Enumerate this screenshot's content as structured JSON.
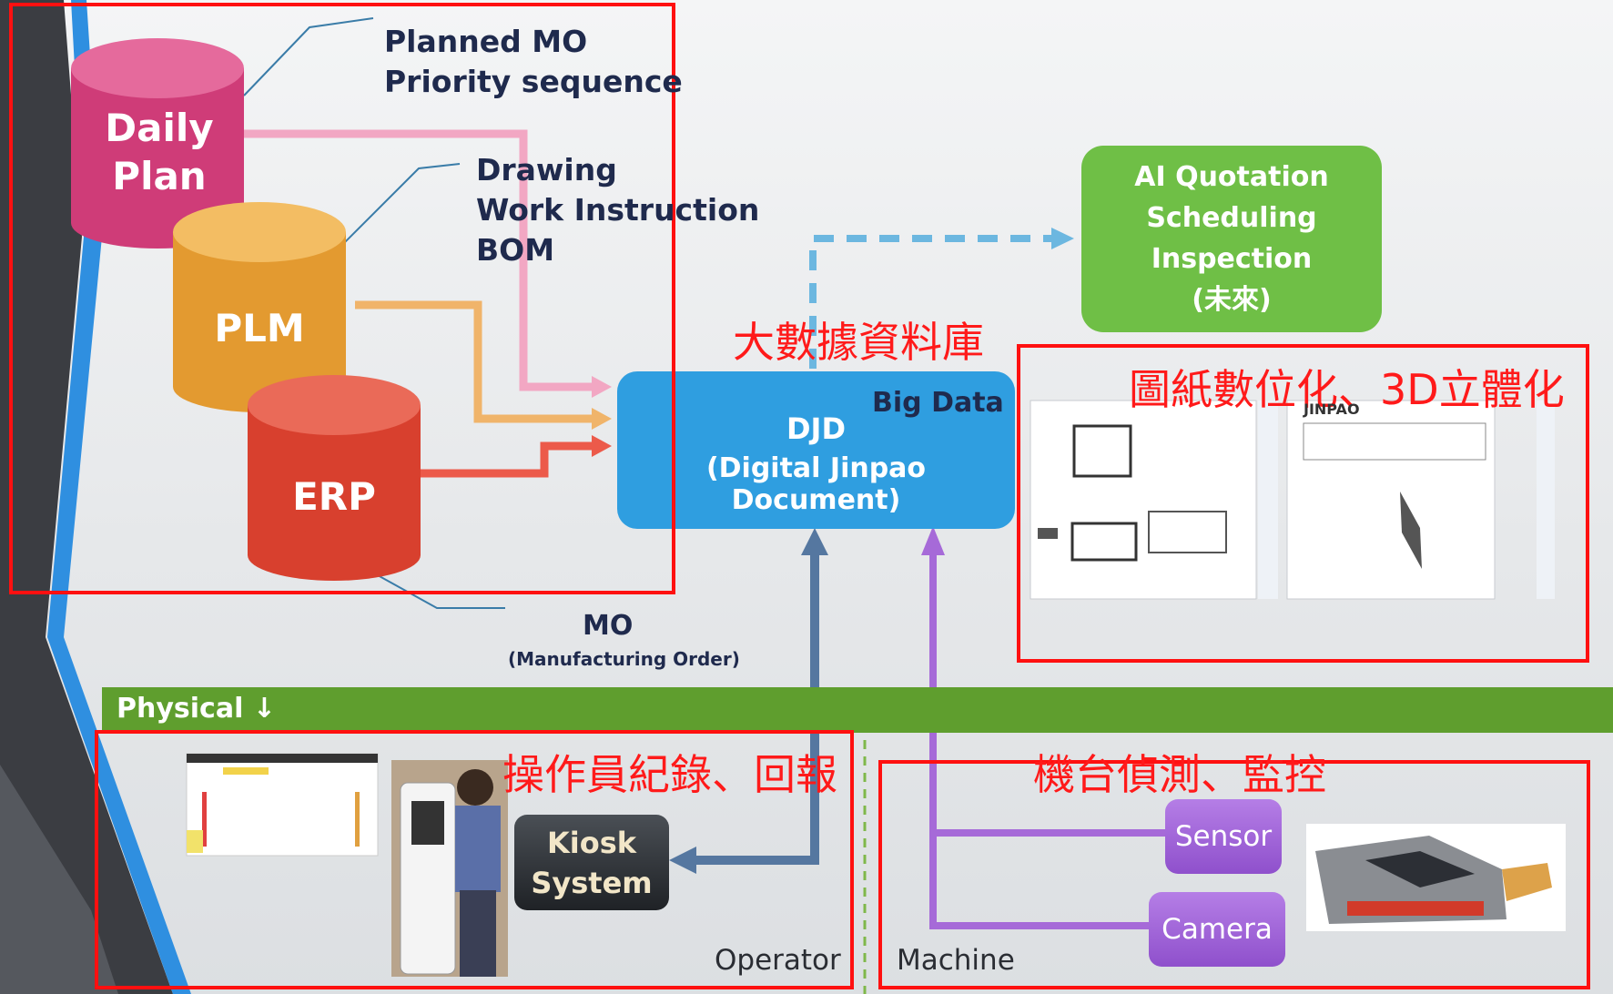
{
  "cylinders": {
    "daily_plan": {
      "label": "Daily\nPlan",
      "color": "#d6447e"
    },
    "plm": {
      "label": "PLM",
      "color": "#e8a33a"
    },
    "erp": {
      "label": "ERP",
      "color": "#e04a36"
    }
  },
  "notes": {
    "daily_plan_note": "Planned MO\nPriority sequence",
    "plm_note": "Drawing\nWork Instruction\nBOM",
    "mo_title": "MO",
    "mo_subtitle": "(Manufacturing Order)"
  },
  "djd": {
    "big_data": "Big Data",
    "title": "DJD",
    "subtitle": "(Digital Jinpao Document)",
    "color": "#2f9ee0"
  },
  "ai_box": {
    "text": "AI Quotation\nScheduling\nInspection\n(未來)",
    "color": "#6fbf46"
  },
  "cjk_labels": {
    "big_db": "大數據資料庫",
    "drawing_digitization": "圖紙數位化、3D立體化",
    "operator_record": "操作員紀錄、回報",
    "machine_monitor": "機台偵測、監控"
  },
  "physical_bar": {
    "label": "Physical ↓",
    "color": "#5f9e2e"
  },
  "kiosk": {
    "label": "Kiosk\nSystem"
  },
  "sensor": {
    "label": "Sensor"
  },
  "camera": {
    "label": "Camera"
  },
  "operator_label": "Operator",
  "machine_label": "Machine",
  "jinpao_logo": "JINPAO"
}
